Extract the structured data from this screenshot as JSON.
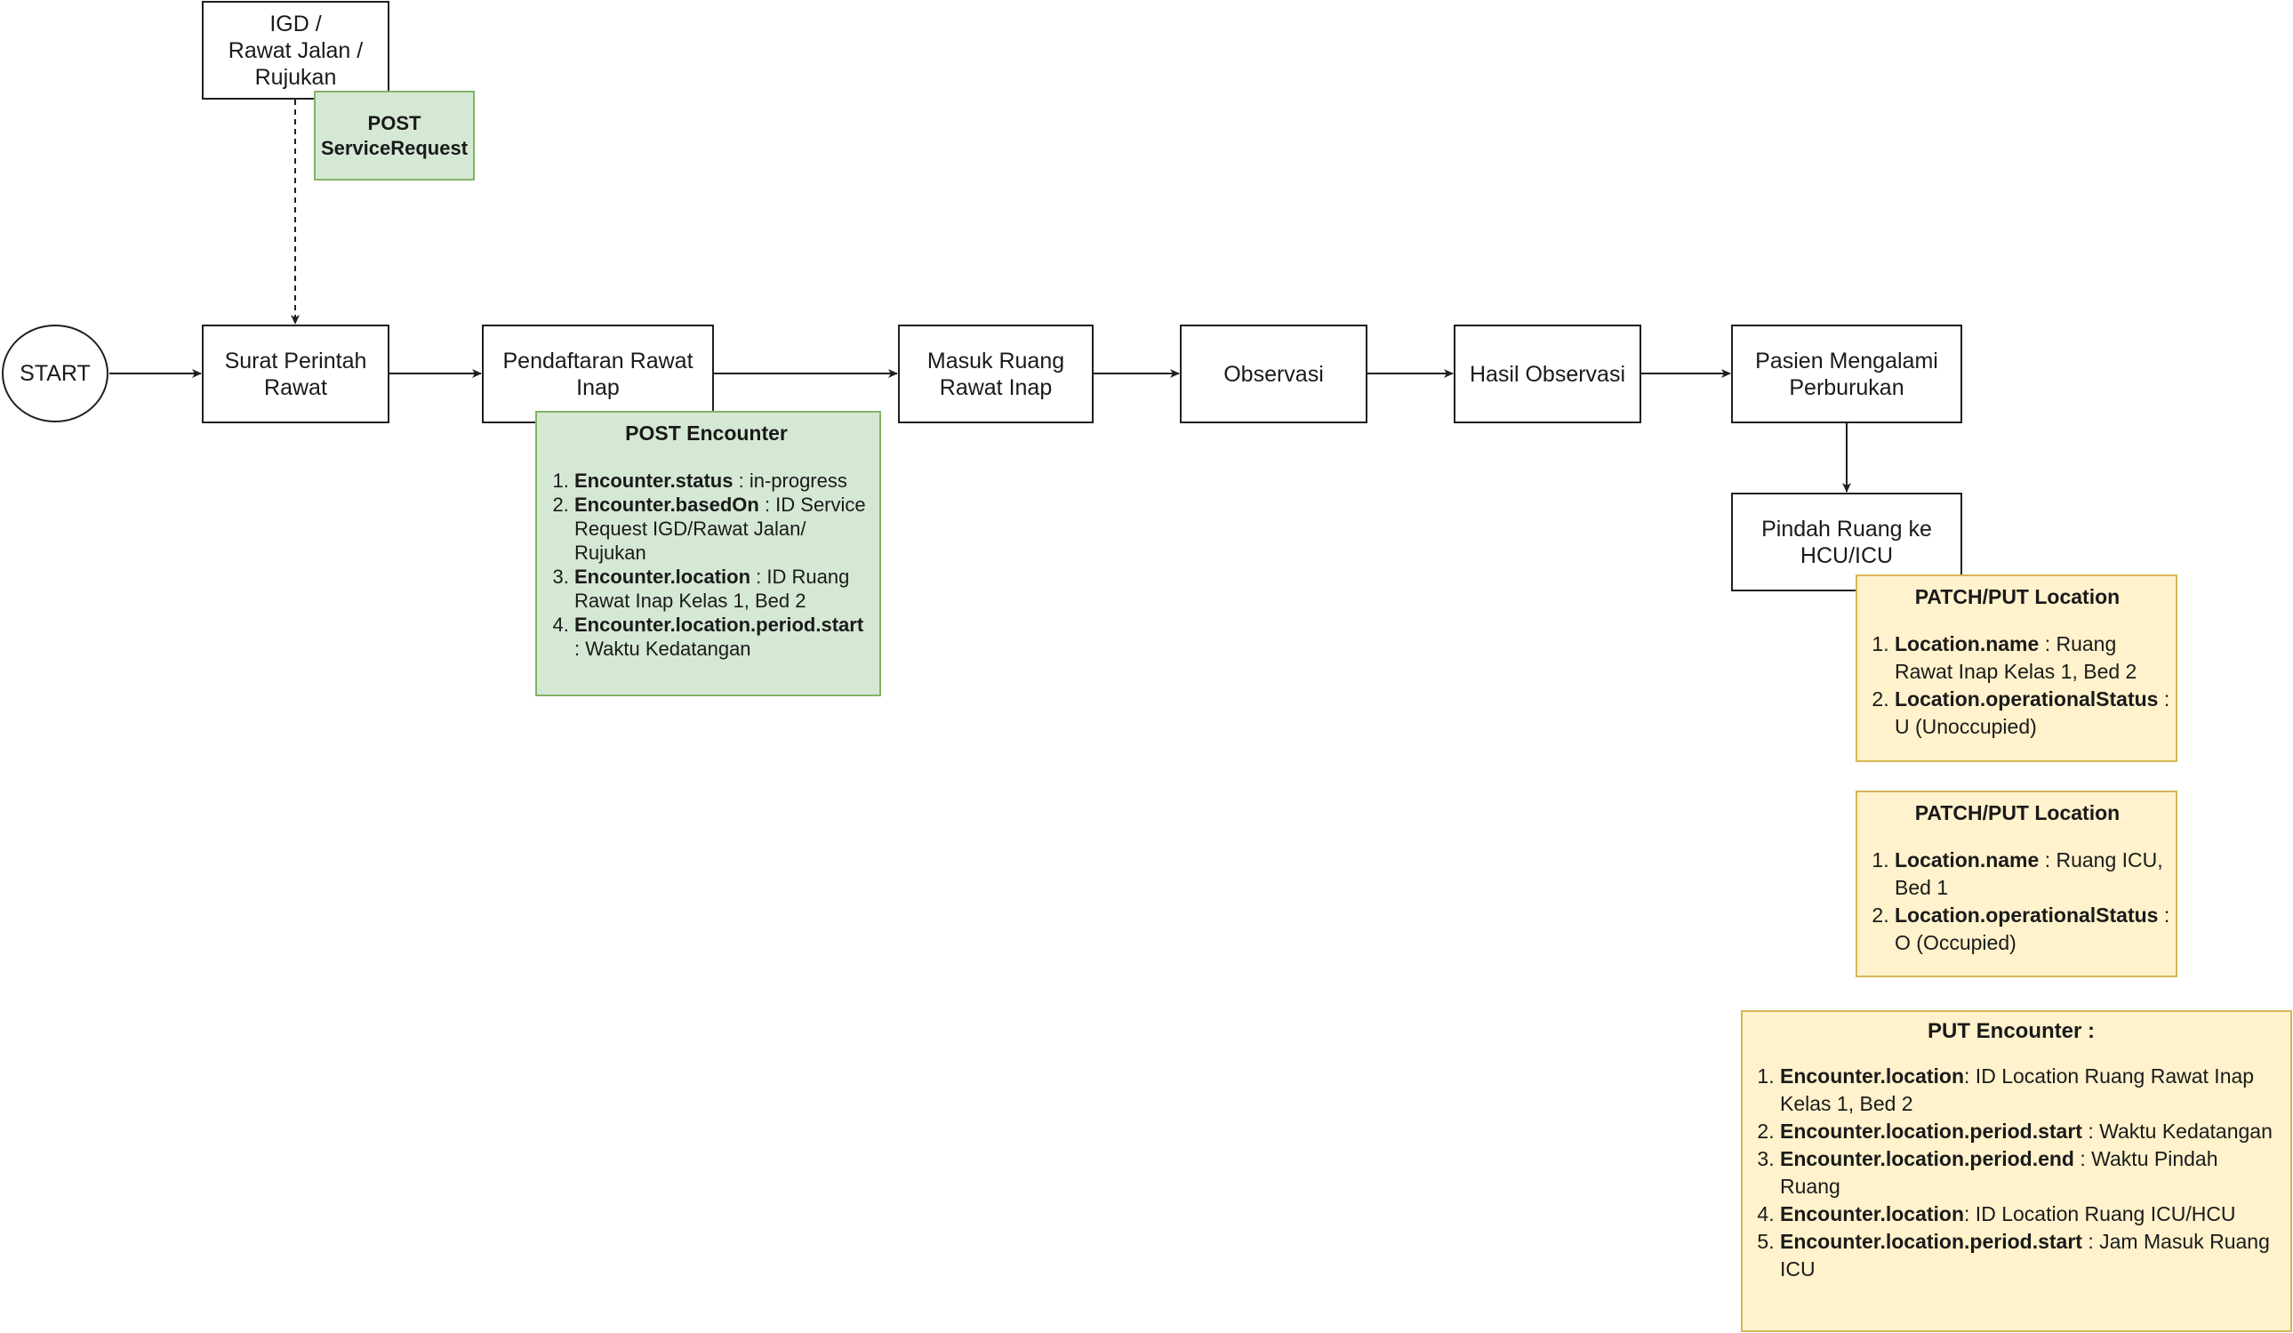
{
  "nodes": {
    "start": "START",
    "igd": "IGD /\nRawat Jalan /\nRujukan",
    "surat": "Surat Perintah\nRawat",
    "pendaftaran": "Pendaftaran Rawat\nInap",
    "masuk": "Masuk Ruang\nRawat Inap",
    "observasi": "Observasi",
    "hasil": "Hasil Observasi",
    "perburukan": "Pasien Mengalami\nPerburukan",
    "pindah": "Pindah Ruang ke\nHCU/ICU"
  },
  "notes": {
    "service_request": {
      "line1": "POST",
      "line2": "ServiceRequest"
    },
    "post_encounter": {
      "title": "POST Encounter",
      "items": [
        {
          "key": "Encounter.status",
          "text": " : in-progress"
        },
        {
          "key": "Encounter.basedOn",
          "text": " : ID Service Request IGD/Rawat Jalan/ Rujukan"
        },
        {
          "key": "Encounter.location",
          "text": " : ID Ruang Rawat Inap Kelas 1, Bed 2"
        },
        {
          "key": "Encounter.location.period.start",
          "text": " : Waktu Kedatangan"
        }
      ]
    },
    "location_1": {
      "title": "PATCH/PUT Location",
      "items": [
        {
          "key": "Location.name",
          "text": " : Ruang Rawat Inap Kelas 1, Bed 2"
        },
        {
          "key": "Location.operationalStatus",
          "text": " : U (Unoccupied)"
        }
      ]
    },
    "location_2": {
      "title": "PATCH/PUT Location",
      "items": [
        {
          "key": "Location.name",
          "text": " : Ruang ICU, Bed 1"
        },
        {
          "key": "Location.operationalStatus",
          "text": " : O (Occupied)"
        }
      ]
    },
    "put_encounter": {
      "title": "PUT  Encounter :",
      "items": [
        {
          "key": "Encounter.location",
          "text": ": ID Location Ruang Rawat Inap Kelas 1, Bed 2"
        },
        {
          "key": "Encounter.location.period.start",
          "text": " : Waktu Kedatangan"
        },
        {
          "key": "Encounter.location.period.end",
          "text": " : Waktu Pindah Ruang"
        },
        {
          "key": "Encounter.location",
          "text": ": ID Location Ruang ICU/HCU"
        },
        {
          "key": "Encounter.location.period.start",
          "text": " : Jam Masuk Ruang ICU"
        }
      ]
    }
  },
  "colors": {
    "green_fill": "#d5e8d4",
    "green_border": "#82b366",
    "yellow_fill": "#fff2cc",
    "yellow_border": "#d6b656",
    "line": "#1f1f1f"
  },
  "icons": {
    "connector_head": "arrowhead"
  }
}
